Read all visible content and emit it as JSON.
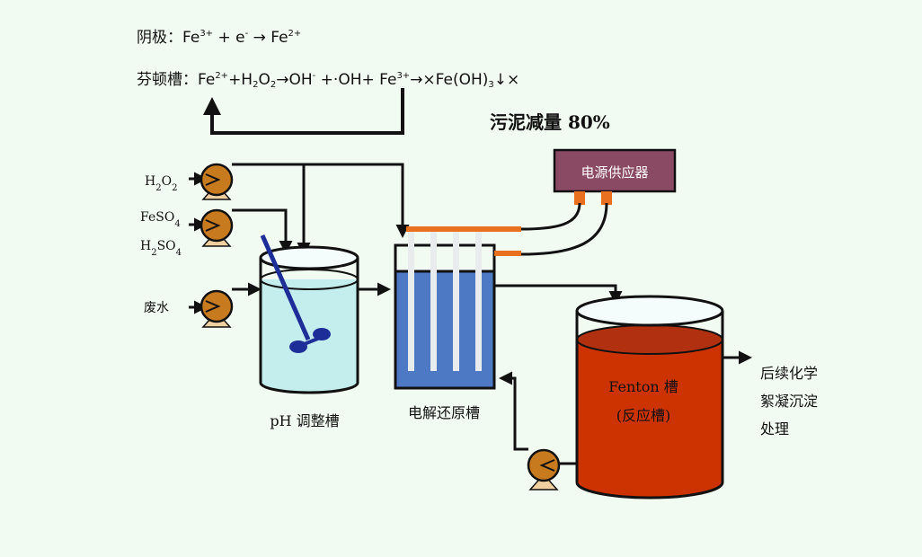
{
  "equations": {
    "cathode": {
      "label": "阴极：",
      "parts": [
        {
          "t": "Fe"
        },
        {
          "t": "3+",
          "s": "sup"
        },
        {
          "t": " + e"
        },
        {
          "t": "-",
          "s": "sup"
        },
        {
          "t": " → Fe"
        },
        {
          "t": "2+",
          "s": "sup"
        }
      ]
    },
    "fenton": {
      "label": "芬顿槽：",
      "parts": [
        {
          "t": "Fe"
        },
        {
          "t": "2+",
          "s": "sup"
        },
        {
          "t": "+H"
        },
        {
          "t": "2",
          "s": "sub"
        },
        {
          "t": "O"
        },
        {
          "t": "2",
          "s": "sub"
        },
        {
          "t": "→OH"
        },
        {
          "t": "-",
          "s": "sup"
        },
        {
          "t": " +·OH+ Fe"
        },
        {
          "t": "3+",
          "s": "sup"
        },
        {
          "t": "→×Fe(OH)"
        },
        {
          "t": "3",
          "s": "sub"
        },
        {
          "t": "↓×"
        }
      ]
    }
  },
  "highlight": {
    "text": "污泥减量 80%",
    "color": "#e02020"
  },
  "power_supply": {
    "label": "电源供应器",
    "color": "#8b4a63"
  },
  "inputs": {
    "h2o2": {
      "main": "H",
      "sub1": "2",
      "mid": "O",
      "sub2": "2"
    },
    "feso4": {
      "main": "FeSO",
      "sub": "4"
    },
    "h2so4": {
      "main": "H",
      "sub1": "2",
      "mid": "SO",
      "sub2": "4"
    },
    "wastewater": "废水"
  },
  "tanks": {
    "ph": {
      "label": "pH 调整槽",
      "liquid": "#c4eeee"
    },
    "electro": {
      "label": "电解还原槽",
      "liquid": "#4d78c4"
    },
    "fenton": {
      "label1": "Fenton 槽",
      "label2": "(反应槽)",
      "liquid": "#cc3300",
      "rim": "#b03010"
    }
  },
  "output": {
    "line1": "后续化学",
    "line2": "絮凝沉淀",
    "line3": "处理"
  },
  "colors": {
    "pump": "#c87a1e",
    "pump_base": "#f0d0a0",
    "electrode_bar": "#e8701e",
    "stirrer": "#1e2e99"
  }
}
